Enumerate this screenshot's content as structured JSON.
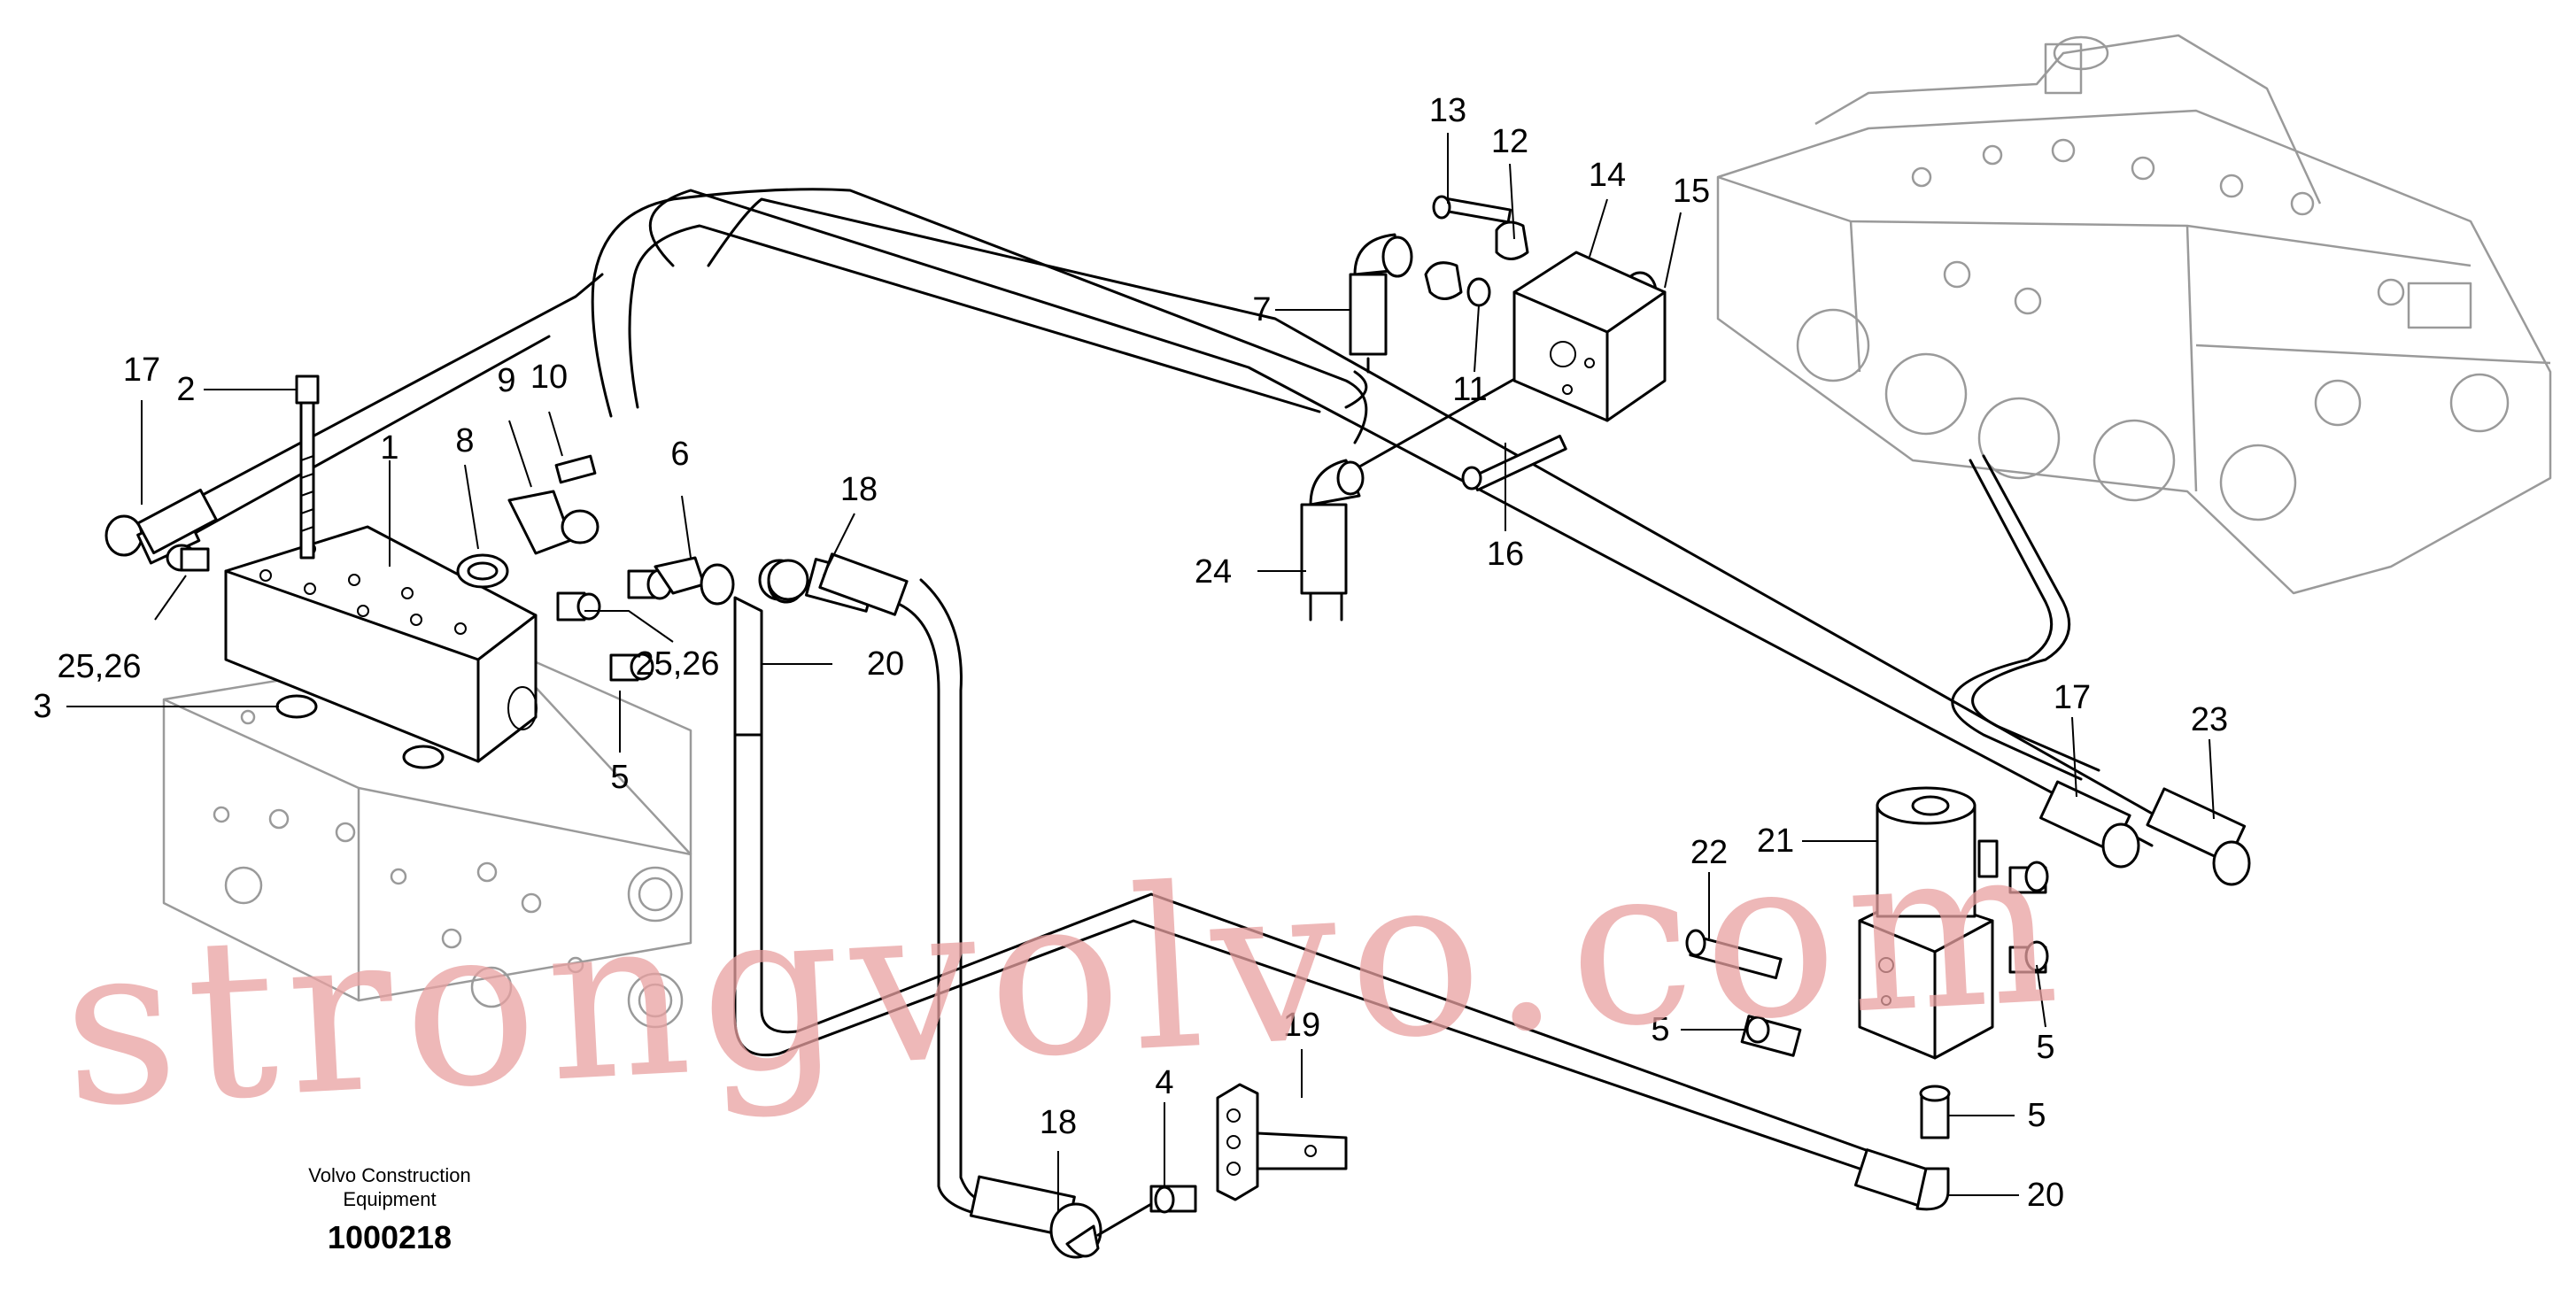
{
  "caption": {
    "line1": "Volvo Construction",
    "line2": "Equipment",
    "number": "1000218"
  },
  "watermark": "strongvolvo.com",
  "colors": {
    "line": "#000000",
    "housing": "#9a9a9a",
    "watermark": "#e8a0a0"
  },
  "callouts": [
    {
      "id": "c17a",
      "text": "17"
    },
    {
      "id": "c2",
      "text": "2"
    },
    {
      "id": "c1",
      "text": "1"
    },
    {
      "id": "c8",
      "text": "8"
    },
    {
      "id": "c9",
      "text": "9"
    },
    {
      "id": "c10",
      "text": "10"
    },
    {
      "id": "c6",
      "text": "6"
    },
    {
      "id": "c18a",
      "text": "18"
    },
    {
      "id": "c25a",
      "text": "25,26"
    },
    {
      "id": "c3",
      "text": "3"
    },
    {
      "id": "c25b",
      "text": "25,26"
    },
    {
      "id": "c5a",
      "text": "5"
    },
    {
      "id": "c20a",
      "text": "20"
    },
    {
      "id": "c13",
      "text": "13"
    },
    {
      "id": "c12",
      "text": "12"
    },
    {
      "id": "c14",
      "text": "14"
    },
    {
      "id": "c15",
      "text": "15"
    },
    {
      "id": "c7",
      "text": "7"
    },
    {
      "id": "c11",
      "text": "11"
    },
    {
      "id": "c16",
      "text": "16"
    },
    {
      "id": "c24",
      "text": "24"
    },
    {
      "id": "c17b",
      "text": "17"
    },
    {
      "id": "c23",
      "text": "23"
    },
    {
      "id": "c21",
      "text": "21"
    },
    {
      "id": "c22",
      "text": "22"
    },
    {
      "id": "c5b",
      "text": "5"
    },
    {
      "id": "c5c",
      "text": "5"
    },
    {
      "id": "c5d",
      "text": "5"
    },
    {
      "id": "c19",
      "text": "19"
    },
    {
      "id": "c4",
      "text": "4"
    },
    {
      "id": "c18b",
      "text": "18"
    },
    {
      "id": "c20b",
      "text": "20"
    }
  ]
}
